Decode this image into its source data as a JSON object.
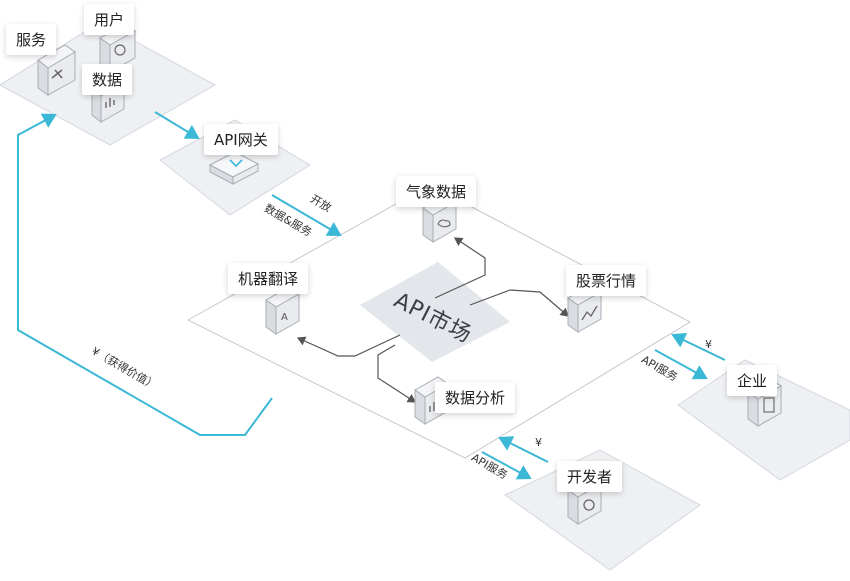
{
  "nodes": {
    "service": "服务",
    "user": "用户",
    "data": "数据",
    "api_gateway": "API网关",
    "weather": "气象数据",
    "translation": "机器翻译",
    "stock": "股票行情",
    "analysis": "数据分析",
    "enterprise": "企业",
    "developer": "开发者"
  },
  "market": {
    "title": "API市场"
  },
  "edges": {
    "open": "开放",
    "data_service": "数据&服务",
    "value": "¥（获得价值）",
    "api_service_enterprise": "API服务",
    "api_service_developer": "API服务",
    "yen_enterprise": "¥",
    "yen_developer": "¥"
  },
  "colors": {
    "accent": "#3bb8d6",
    "platform_fill": "#eef0f3",
    "platform_edge": "#d4d8de",
    "outline": "#c5c9cf",
    "arrow": "#555555",
    "market_badge": "#e3e6ea"
  }
}
